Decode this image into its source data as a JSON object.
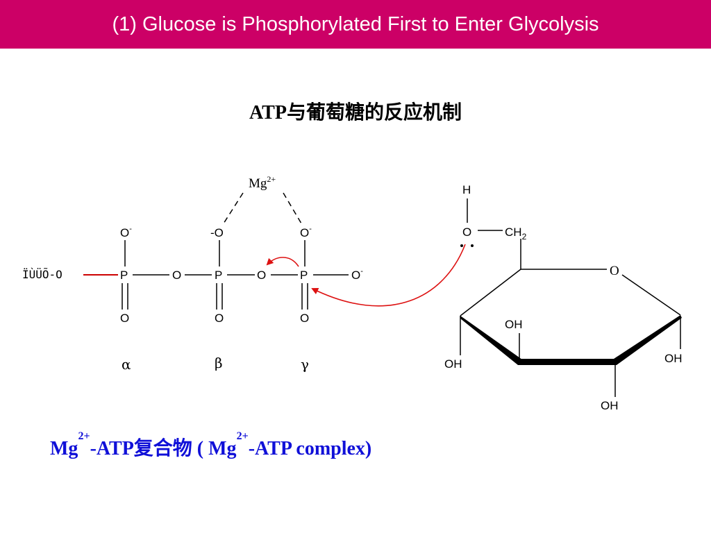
{
  "header": {
    "title": "(1) Glucose is Phosphorylated First to Enter Glycolysis",
    "color": "#cc0066"
  },
  "subtitle": "ATP与葡萄糖的反应机制",
  "diagram": {
    "mg_ion": {
      "base": "Mg",
      "charge": "2+"
    },
    "adenosine_label": "ÏÙÜÕ-O",
    "atp": {
      "phosphorus": "P",
      "bridge_oxygen": "O",
      "double_bond_oxygen": "O",
      "oxygen_anion_base": "O",
      "minus": "-",
      "minus_prefixed_oxygen": "-O",
      "greek_labels": [
        "α",
        "β",
        "γ"
      ]
    },
    "glucose": {
      "hydrogen": "H",
      "hydroxyl_oxygen": "O",
      "ch2": {
        "base": "CH",
        "sub": "2"
      },
      "ring_oxygen": "O",
      "hydroxyls": [
        "OH",
        "OH",
        "OH",
        "OH"
      ]
    },
    "colors": {
      "bond": "#000000",
      "arrow": "#dd1111",
      "highlight_bond": "#cc0000"
    }
  },
  "caption": {
    "part1": "Mg",
    "sup1": "2+",
    "part2": "-ATP复合物 ( Mg",
    "sup2": "2+",
    "part3": "-ATP complex)",
    "color": "#1010d8"
  }
}
